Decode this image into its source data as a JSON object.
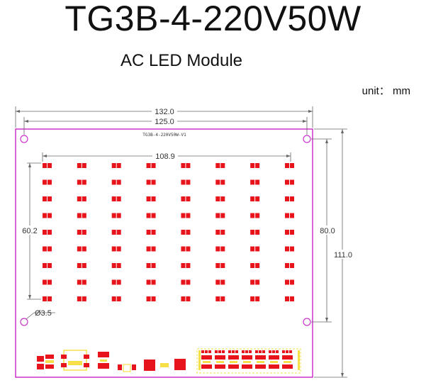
{
  "header": {
    "title": "TG3B-4-220V50W",
    "subtitle": "AC LED Module",
    "unit_label": "unit： mm"
  },
  "drawing": {
    "board_label": "TG3B-4-220V50W-V1",
    "dimensions": {
      "overall_width": "132.0",
      "hole_spacing_x": "125.0",
      "led_span_x": "108.9",
      "led_span_y": "60.2",
      "hole_spacing_y": "80.0",
      "overall_height": "111.0",
      "hole_diameter": "Ø3.5"
    },
    "led_grid": {
      "columns": 8,
      "rows": 9
    },
    "colors": {
      "board_outline": "#cc33cc",
      "led": "#e8141c",
      "dimension_line": "#555555",
      "pad_yellow": "#f5e04a"
    }
  }
}
